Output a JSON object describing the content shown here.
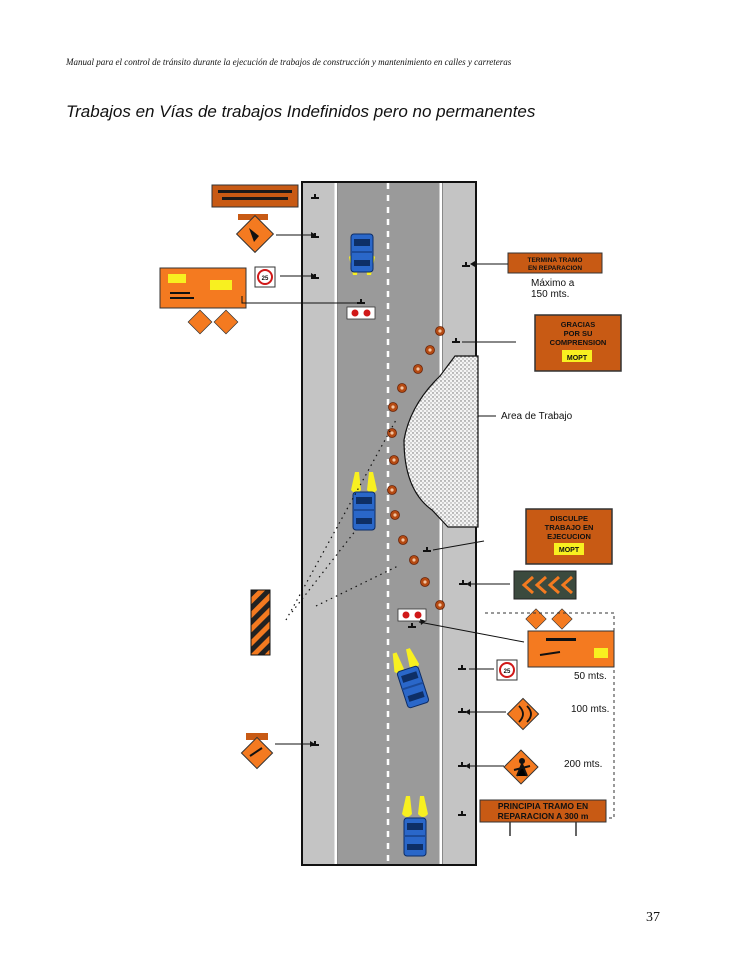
{
  "header": {
    "text": "Manual para el control de tránsito durante la ejecución de trabajos de construcción y mantenimiento en calles y carreteras"
  },
  "title": "Trabajos en Vías de trabajos Indefinidos pero no permanentes",
  "page_number": "37",
  "labels": {
    "max_line1": "Máximo a",
    "max_line2": "150 mts.",
    "work_area": "Area de Trabajo",
    "d50": "50 mts.",
    "d100": "100 mts.",
    "d200": "200 mts."
  },
  "signs": {
    "termina": [
      "TERMINA TRAMO",
      "EN REPARACION"
    ],
    "gracias": [
      "GRACIAS",
      "POR SU",
      "COMPRENSION"
    ],
    "disculpe": [
      "DISCULPE",
      "TRABAJO EN",
      "EJECUCION"
    ],
    "principia": [
      "PRINCIPIA TRAMO EN",
      "REPARACION A 300 m"
    ],
    "logo": "MOPT",
    "speed_limit": "25"
  },
  "colors": {
    "road": "#9a9a9a",
    "shoulder": "#c4c4c4",
    "sign_orange": "#f47a20",
    "sign_dark_orange": "#c85a14",
    "car_blue": "#2a67c9",
    "headlight": "#f8f020",
    "cone": "#b54a12"
  }
}
